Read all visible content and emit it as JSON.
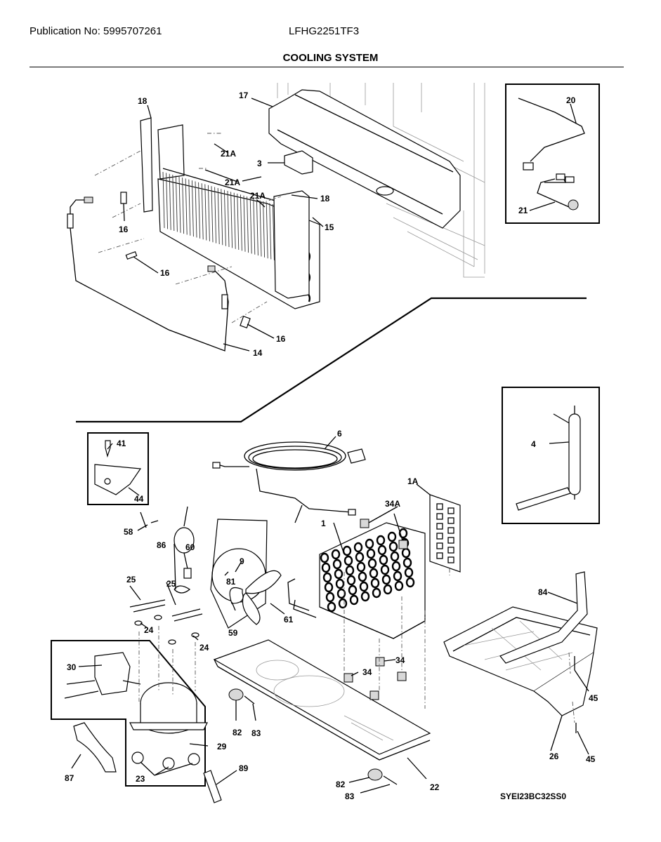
{
  "header": {
    "publication": "Publication No: 5995707261",
    "model": "LFHG2251TF3",
    "title": "COOLING SYSTEM"
  },
  "diagram_code": "SYEI23BC32SS0",
  "callouts": {
    "c18a": "18",
    "c17": "17",
    "c20": "20",
    "c21a_1": "21A",
    "c3": "3",
    "c21a_2": "21A",
    "c21a_3": "21A",
    "c18b": "18",
    "c21": "21",
    "c16a": "16",
    "c15": "15",
    "c16b": "16",
    "c16c": "16",
    "c14": "14",
    "c6": "6",
    "c41": "41",
    "c4": "4",
    "c44": "44",
    "c1a": "1A",
    "c34a": "34A",
    "c1": "1",
    "c58": "58",
    "c60": "60",
    "c86": "86",
    "c9": "9",
    "c81": "81",
    "c25a": "25",
    "c25b": "25",
    "c24a": "24",
    "c24b": "24",
    "c59": "59",
    "c61": "61",
    "c84": "84",
    "c30": "30",
    "c34b": "34",
    "c34c": "34",
    "c45a": "45",
    "c29": "29",
    "c82a": "82",
    "c83a": "83",
    "c87": "87",
    "c23": "23",
    "c89": "89",
    "c26": "26",
    "c45b": "45",
    "c22": "22",
    "c82b": "82",
    "c83b": "83"
  }
}
